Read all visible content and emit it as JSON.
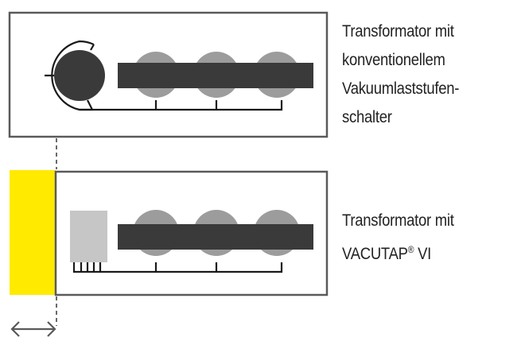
{
  "top_label": {
    "lines": [
      "Transformator mit",
      "konventionellem",
      "Vakuumlaststufen-",
      "schalter"
    ]
  },
  "bottom_label": {
    "line1": "Transformator mit",
    "line2_main": "VACUTAP",
    "line2_sup": "®",
    "line2_end": " VI"
  },
  "colors": {
    "frame": "#5a5a5a",
    "dark": "#3a3a3a",
    "grey_circle": "#9c9c9c",
    "light_box": "#c6c6c6",
    "highlight": "#ffea00",
    "line": "#1a1a1a"
  }
}
